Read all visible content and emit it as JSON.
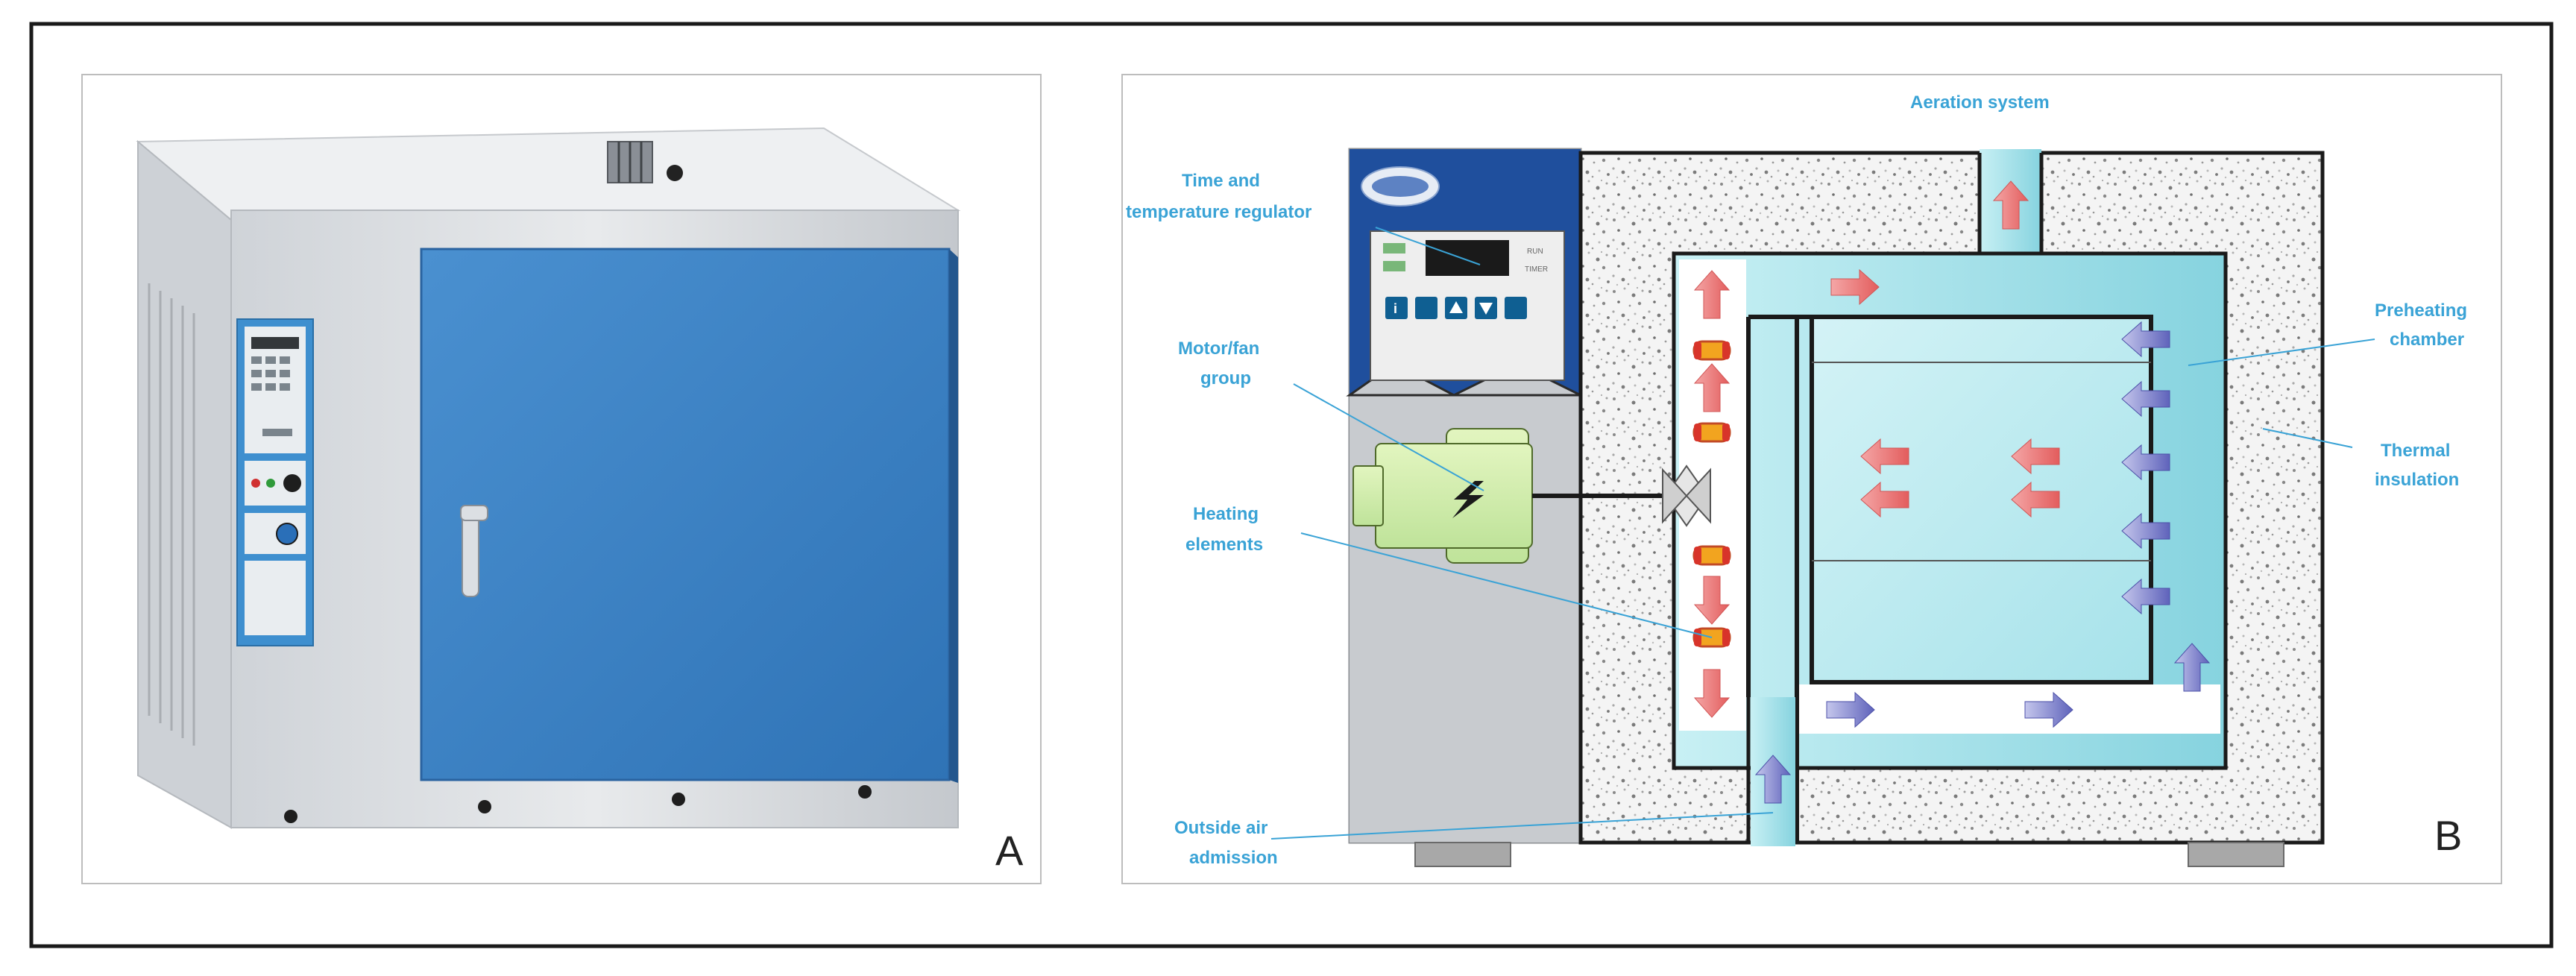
{
  "panels": {
    "a_letter": "A",
    "b_letter": "B"
  },
  "labels": {
    "aeration_system": "Aeration system",
    "time_temp_line1": "Time and",
    "time_temp_line2": "temperature regulator",
    "motor_fan_line1": "Motor/fan",
    "motor_fan_line2": "group",
    "heating_line1": "Heating",
    "heating_line2": "elements",
    "outside_air_line1": "Outside air",
    "outside_air_line2": "admission",
    "preheating_line1": "Preheating",
    "preheating_line2": "chamber",
    "thermal_line1": "Thermal",
    "thermal_line2": "insulation"
  },
  "controller": {
    "key_run": "RUN",
    "key_timer": "TIMER",
    "key_info": "i"
  },
  "colors": {
    "oven_blue": "#3d84c6",
    "cabinet_grey": "#e4e6e9",
    "chamber_cyan": "#8fd8e2",
    "callout_text": "#3aa3d6",
    "hot_arrow": "#ec6f6f",
    "cold_arrow": "#6f72c4",
    "heater_orange": "#f0a020"
  },
  "icons": [
    "controller-logo-icon",
    "lightning-icon",
    "fan-icon",
    "door-handle-icon",
    "knob-icon"
  ]
}
